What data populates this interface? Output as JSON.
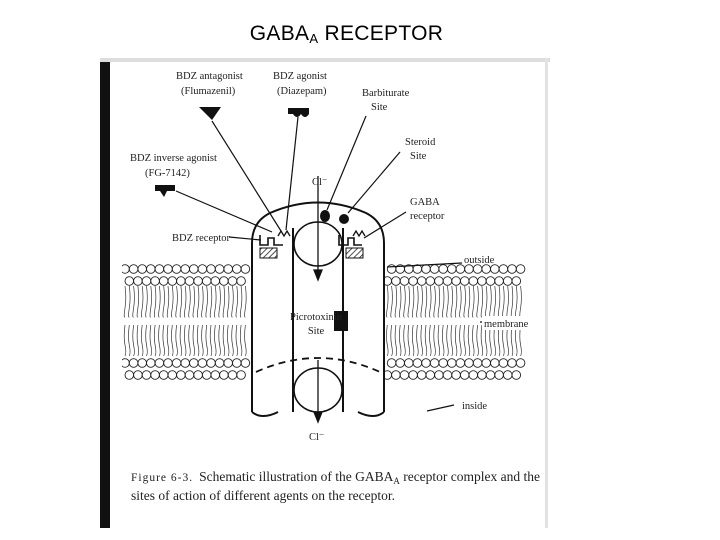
{
  "slide": {
    "title_main": "GABA",
    "title_sub": "A",
    "title_rest": " RECEPTOR"
  },
  "labels": {
    "bdz_antagonist_l1": "BDZ antagonist",
    "bdz_antagonist_l2": "(Flumazenil)",
    "bdz_agonist_l1": "BDZ agonist",
    "bdz_agonist_l2": "(Diazepam)",
    "barbiturate_l1": "Barbiturate",
    "barbiturate_l2": "Site",
    "steroid_l1": "Steroid",
    "steroid_l2": "Site",
    "inverse_agonist_l1": "BDZ inverse agonist",
    "inverse_agonist_l2": "(FG-7142)",
    "chloride_top": "Cl⁻",
    "gaba_receptor_l1": "GABA",
    "gaba_receptor_l2": "receptor",
    "bdz_receptor": "BDZ receptor",
    "outside": "outside",
    "picrotoxinin_l1": "Picrotoxinin",
    "picrotoxinin_l2": "Site",
    "membrane": "membrane",
    "inside": "inside",
    "chloride_bottom": "Cl⁻"
  },
  "caption": {
    "figure_label": "Figure 6-3.",
    "line1_a": "Schematic illustration of the GABA",
    "line1_sub": "A",
    "line1_b": " receptor complex and the",
    "line2": "sites of action of different agents on the receptor."
  },
  "icons": [
    "bdz-antagonist-ligand-icon",
    "bdz-agonist-ligand-icon",
    "bdz-inverse-agonist-ligand-icon",
    "barbiturate-site-dot-icon",
    "steroid-site-dot-icon",
    "picrotoxinin-site-block-icon"
  ],
  "colors": {
    "ink": "#1a1a1a",
    "background": "#ffffff"
  }
}
